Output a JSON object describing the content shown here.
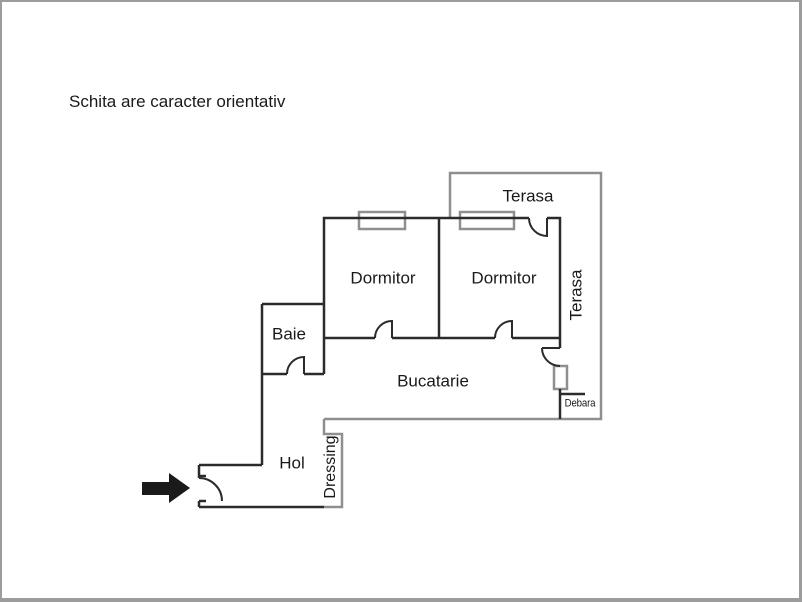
{
  "title": "Schita are caracter orientativ",
  "floor_plan": {
    "rooms": {
      "terasa_top": "Terasa",
      "dormitor_left": "Dormitor",
      "dormitor_right": "Dormitor",
      "terasa_right": "Terasa",
      "baie": "Baie",
      "bucatarie": "Bucatarie",
      "debara": "Debara",
      "hol": "Hol",
      "dressing": "Dressing"
    },
    "icons": {
      "entrance_arrow": "right-arrow-icon"
    },
    "colors": {
      "wall": "#2b2b2b",
      "terasa_outline": "#8f8f8f",
      "window_symbol": "#8f8f8f",
      "text": "#1a1a1a",
      "background": "#ffffff",
      "canvas_border": "#9c9c9c"
    }
  }
}
